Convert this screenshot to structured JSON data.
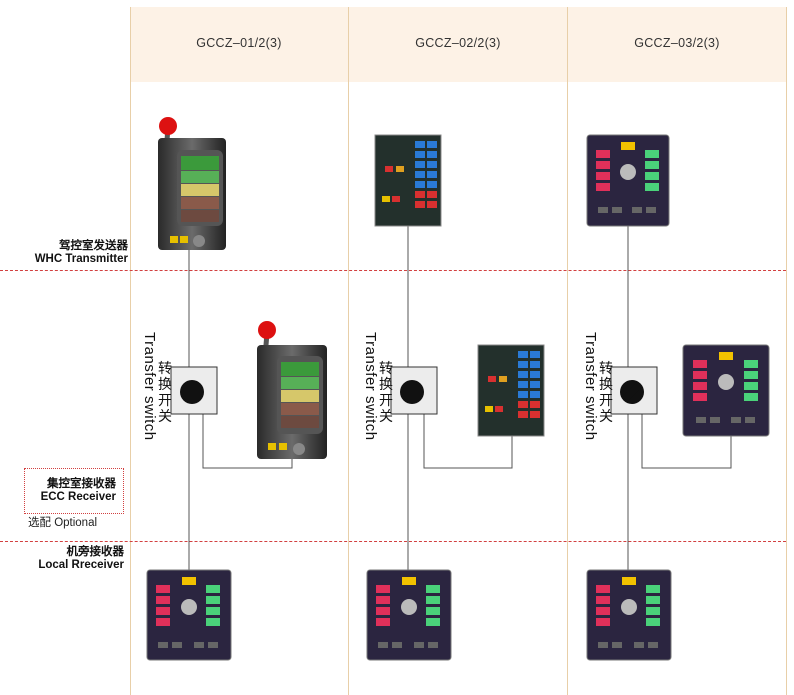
{
  "columns": [
    {
      "header": "GCCZ–01/2(3)"
    },
    {
      "header": "GCCZ–02/2(3)"
    },
    {
      "header": "GCCZ–03/2(3)"
    }
  ],
  "rows": {
    "whc": {
      "cn": "驾控室发送器",
      "en": "WHC Transmitter"
    },
    "ecc": {
      "cn": "集控室接收器",
      "en": "ECC Receiver",
      "optional": "选配 Optional"
    },
    "local": {
      "cn": "机旁接收器",
      "en": "Local Rreceiver"
    }
  },
  "switch_label": {
    "cn_chars": [
      "转",
      "换",
      "开",
      "关"
    ],
    "en": "Transfer switch"
  },
  "colors": {
    "header_band": "#fdf2e6",
    "divider": "#d24040",
    "column_line": "#e8cfa8"
  },
  "icons": {
    "lever_unit": "lever-telegraph-icon",
    "panel_unit": "push-button-telegraph-icon",
    "dial_unit": "dial-telegraph-icon",
    "switch": "rotary-transfer-switch-icon"
  }
}
